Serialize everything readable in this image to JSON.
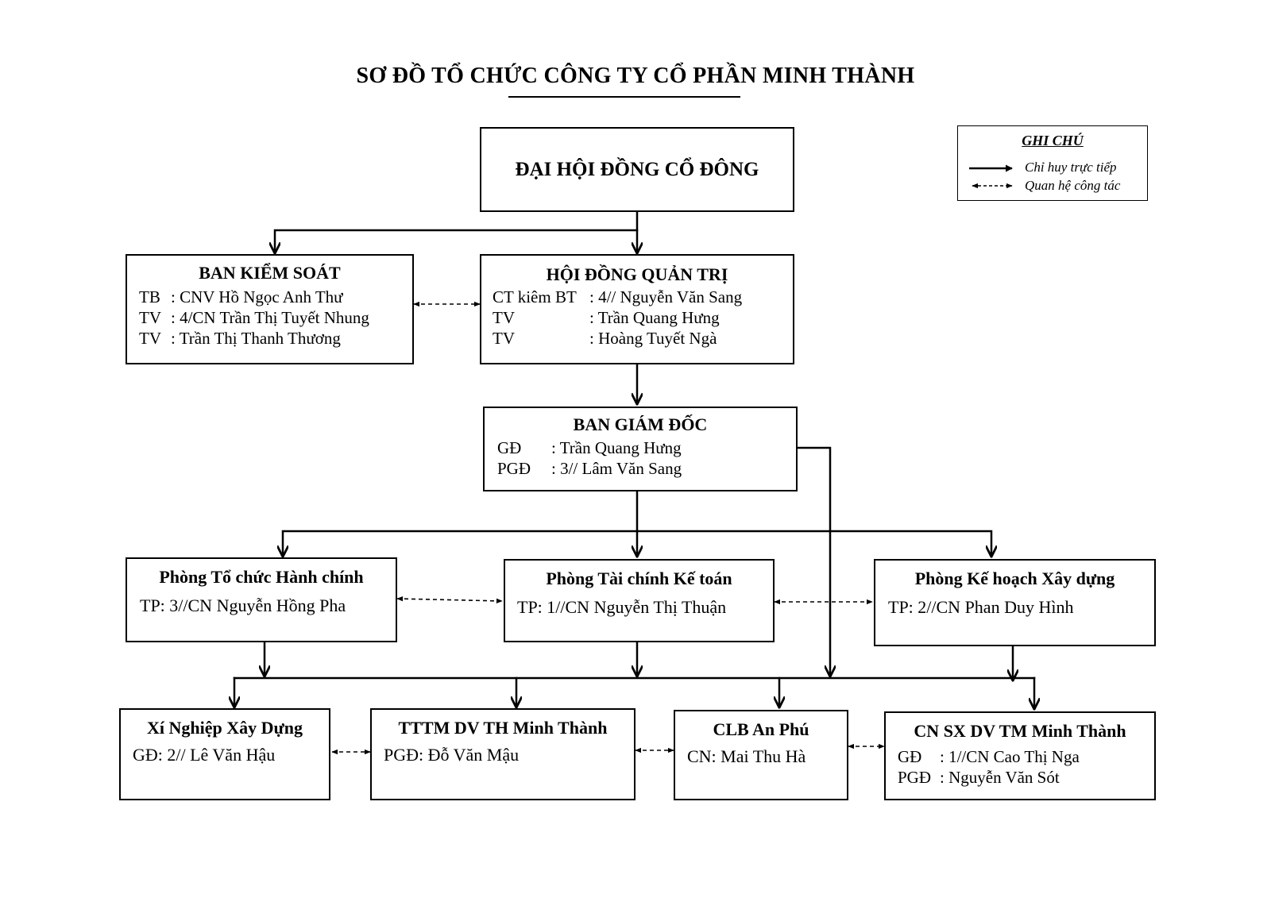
{
  "title": "SƠ ĐỒ TỔ CHỨC CÔNG TY CỔ PHẦN MINH THÀNH",
  "legend": {
    "title": "GHI CHÚ",
    "solid_label": "Chỉ huy trực tiếp",
    "dashed_label": "Quan hệ công tác"
  },
  "nodes": {
    "dhdcd": {
      "title": "ĐẠI HỘI ĐỒNG CỔ ĐÔNG"
    },
    "bks": {
      "title": "BAN KIỂM SOÁT",
      "rows": [
        {
          "label": "TB",
          "value": ": CNV Hồ Ngọc Anh Thư"
        },
        {
          "label": "TV",
          "value": ": 4/CN Trần Thị Tuyết Nhung"
        },
        {
          "label": "TV",
          "value": ": Trần Thị Thanh Thương"
        }
      ]
    },
    "hdqt": {
      "title": "HỘI ĐỒNG QUẢN TRỊ",
      "rows": [
        {
          "label": "CT kiêm BT",
          "value": ": 4// Nguyễn Văn Sang"
        },
        {
          "label": "TV",
          "value": ": Trần Quang Hưng"
        },
        {
          "label": "TV",
          "value": ": Hoàng Tuyết Ngà"
        }
      ]
    },
    "bgd": {
      "title": "BAN GIÁM ĐỐC",
      "rows": [
        {
          "label": "GĐ",
          "value": ": Trần Quang Hưng"
        },
        {
          "label": "PGĐ",
          "value": ": 3// Lâm Văn Sang"
        }
      ]
    },
    "tchc": {
      "title": "Phòng Tổ chức Hành chính",
      "rows": [
        {
          "label": "",
          "value": "TP: 3//CN Nguyễn Hồng Pha"
        }
      ]
    },
    "tckt": {
      "title": "Phòng Tài chính Kế toán",
      "rows": [
        {
          "label": "",
          "value": "TP: 1//CN Nguyễn Thị Thuận"
        }
      ]
    },
    "khxd": {
      "title": "Phòng Kế hoạch Xây dựng",
      "rows": [
        {
          "label": "",
          "value": "TP: 2//CN Phan Duy Hình"
        }
      ]
    },
    "xnxd": {
      "title": "Xí Nghiệp Xây Dựng",
      "rows": [
        {
          "label": "",
          "value": "GĐ: 2// Lê Văn Hậu"
        }
      ]
    },
    "tttm": {
      "title": "TTTM DV TH Minh Thành",
      "rows": [
        {
          "label": "",
          "value": "PGĐ: Đỗ Văn Mậu"
        }
      ]
    },
    "clb": {
      "title": "CLB An Phú",
      "rows": [
        {
          "label": "",
          "value": "CN: Mai Thu Hà"
        }
      ]
    },
    "cnsx": {
      "title": "CN SX DV TM Minh Thành",
      "rows": [
        {
          "label": "GĐ",
          "value": ": 1//CN Cao Thị Nga"
        },
        {
          "label": "PGĐ",
          "value": ": Nguyễn Văn Sót"
        }
      ]
    }
  },
  "edges": {
    "direct_command": [
      [
        "dhdcd",
        "bks"
      ],
      [
        "dhdcd",
        "hdqt"
      ],
      [
        "hdqt",
        "bgd"
      ],
      [
        "bgd",
        "tchc"
      ],
      [
        "bgd",
        "tckt"
      ],
      [
        "bgd",
        "khxd"
      ],
      [
        "bgd",
        "xnxd"
      ],
      [
        "bgd",
        "tttm"
      ],
      [
        "bgd",
        "clb"
      ],
      [
        "bgd",
        "cnsx"
      ],
      [
        "tchc",
        "xnxd"
      ],
      [
        "tckt",
        "tttm"
      ],
      [
        "khxd",
        "cnsx"
      ]
    ],
    "working_relation": [
      [
        "bks",
        "hdqt"
      ],
      [
        "tchc",
        "tckt"
      ],
      [
        "tckt",
        "khxd"
      ],
      [
        "xnxd",
        "tttm"
      ],
      [
        "tttm",
        "clb"
      ],
      [
        "clb",
        "cnsx"
      ]
    ]
  }
}
